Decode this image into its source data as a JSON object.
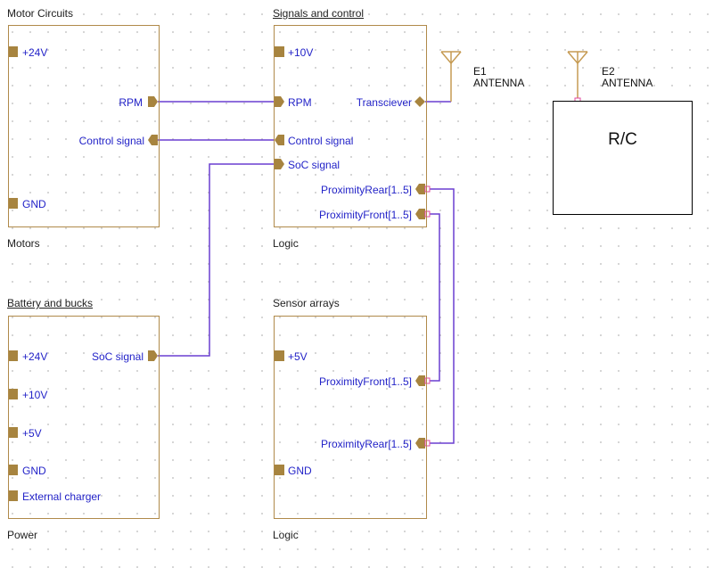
{
  "blocks": {
    "motor": {
      "title": "Motor Circuits",
      "footer": "Motors",
      "pins": {
        "p24v": "+24V",
        "rpm": "RPM",
        "control": "Control signal",
        "gnd": "GND"
      }
    },
    "signals": {
      "title": "Signals and control",
      "footer": "Logic",
      "pins": {
        "p10v": "+10V",
        "rpm": "RPM",
        "transceiver": "Transciever",
        "control": "Control signal",
        "soc": "SoC signal",
        "prox_rear": "ProximityRear[1..5]",
        "prox_front": "ProximityFront[1..5]"
      }
    },
    "battery": {
      "title": "Battery and bucks",
      "footer": "Power",
      "pins": {
        "p24v": "+24V",
        "soc": "SoC signal",
        "p10v": "+10V",
        "p5v": "+5V",
        "gnd": "GND",
        "charger": "External charger"
      }
    },
    "sensor": {
      "title": "Sensor arrays",
      "footer": "Logic",
      "pins": {
        "p5v": "+5V",
        "prox_front": "ProximityFront[1..5]",
        "prox_rear": "ProximityRear[1..5]",
        "gnd": "GND"
      }
    }
  },
  "antennas": {
    "e1": {
      "ref": "E1",
      "type": "ANTENNA"
    },
    "e2": {
      "ref": "E2",
      "type": "ANTENNA"
    }
  },
  "rc": {
    "label": "R/C"
  },
  "colors": {
    "block_border": "#b08a4a",
    "pin_fill": "#a7843f",
    "wire": "#6a3fd0",
    "pin_text": "#2323c8",
    "junction": "#e0479e"
  }
}
